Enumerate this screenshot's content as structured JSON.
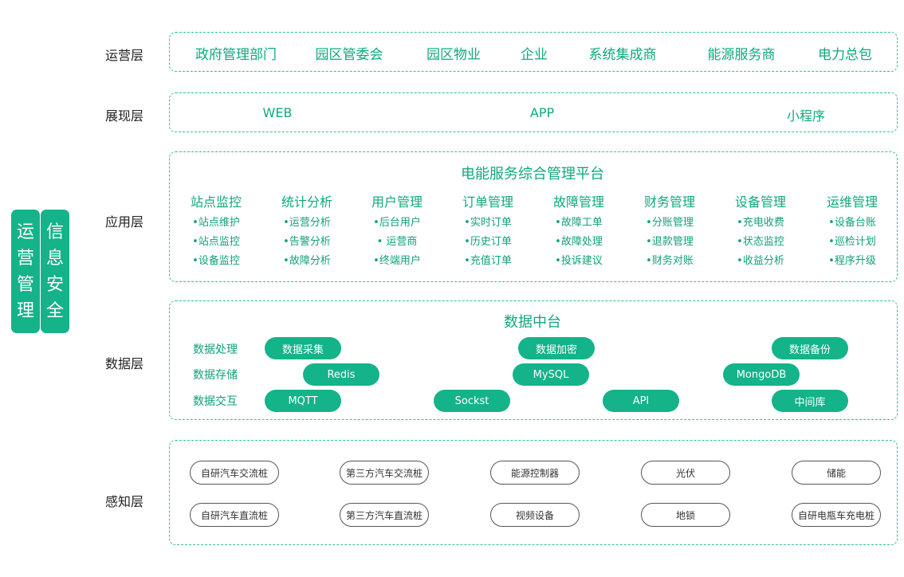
{
  "sidebar": {
    "left": "运营管理",
    "right": "信息安全"
  },
  "layers": {
    "ops": {
      "label": "运营层",
      "items": [
        "政府管理部门",
        "园区管委会",
        "园区物业",
        "企业",
        "系统集成商",
        "能源服务商",
        "电力总包"
      ]
    },
    "display": {
      "label": "展现层",
      "items": [
        "WEB",
        "APP",
        "小程序"
      ]
    },
    "app": {
      "label": "应用层",
      "title": "电能服务综合管理平台",
      "columns": [
        {
          "title": "站点监控",
          "items": [
            "•站点维护",
            "•站点监控",
            "•设备监控"
          ]
        },
        {
          "title": "统计分析",
          "items": [
            "•运营分析",
            "•告警分析",
            "•故障分析"
          ]
        },
        {
          "title": "用户管理",
          "items": [
            "•后台用户",
            "• 运营商",
            "•终端用户"
          ]
        },
        {
          "title": "订单管理",
          "items": [
            "•实时订单",
            "•历史订单",
            "•充值订单"
          ]
        },
        {
          "title": "故障管理",
          "items": [
            "•故障工单",
            "•故障处理",
            "•投诉建议"
          ]
        },
        {
          "title": "财务管理",
          "items": [
            "•分账管理",
            "•退款管理",
            "•财务对账"
          ]
        },
        {
          "title": "设备管理",
          "items": [
            "•充电收费",
            "•状态监控",
            "•收益分析"
          ]
        },
        {
          "title": "运维管理",
          "items": [
            "•设备台账",
            "•巡检计划",
            "•程序升级"
          ]
        }
      ]
    },
    "data": {
      "label": "数据层",
      "title": "数据中台",
      "rows": [
        {
          "label": "数据处理",
          "pills": [
            "数据采集",
            "数据加密",
            "数据备份"
          ]
        },
        {
          "label": "数据存储",
          "pills": [
            "Redis",
            "MySQL",
            "MongoDB"
          ]
        },
        {
          "label": "数据交互",
          "pills": [
            "MQTT",
            "Sockst",
            "API",
            "中间库"
          ]
        }
      ]
    },
    "perception": {
      "label": "感知层",
      "row1": [
        "自研汽车交流桩",
        "第三方汽车交流桩",
        "能源控制器",
        "光伏",
        "储能"
      ],
      "row2": [
        "自研汽车直流桩",
        "第三方汽车直流桩",
        "视频设备",
        "地锁",
        "自研电瓶车充电桩"
      ]
    }
  }
}
